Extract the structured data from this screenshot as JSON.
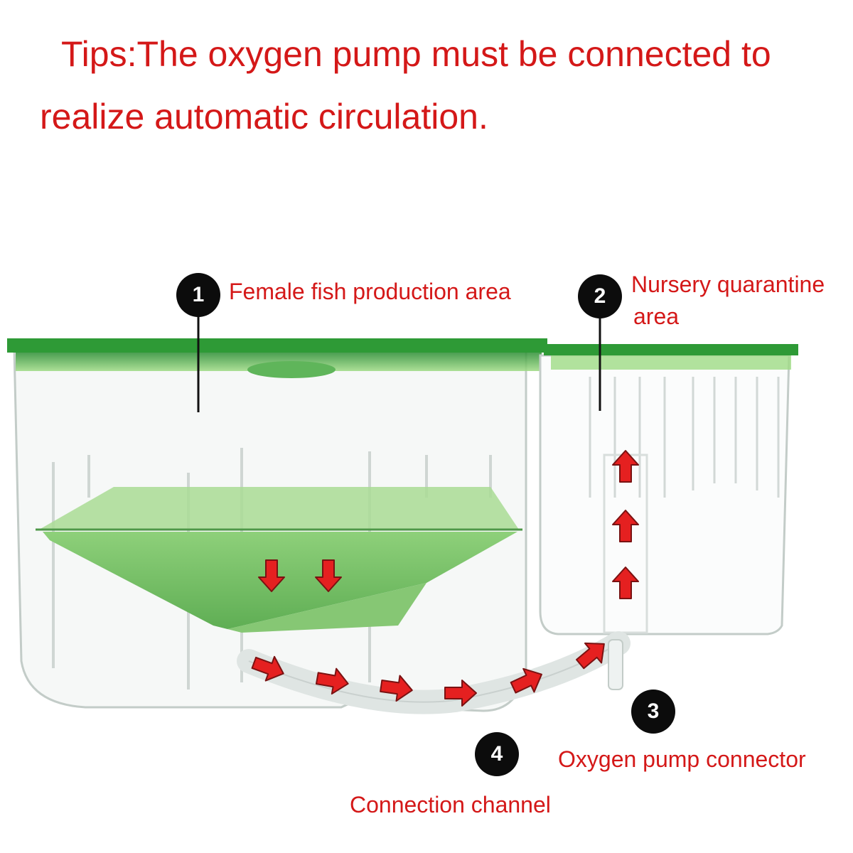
{
  "tip": {
    "line1": "Tips:The oxygen pump must be connected to",
    "line2": "realize automatic circulation."
  },
  "callouts": [
    {
      "number": "1",
      "label": "Female fish production area"
    },
    {
      "number": "2",
      "label_line1": "Nursery quarantine",
      "label_line2": "area"
    },
    {
      "number": "3",
      "label": "Oxygen pump connector"
    },
    {
      "number": "4",
      "label": "Connection channel"
    }
  ],
  "colors": {
    "text_red": "#d41818",
    "arrow_red": "#e52020",
    "lid_green": "#2e9a36",
    "tray_green": "#7cc86a",
    "badge_black": "#0c0c0c"
  },
  "icons": {
    "arrow": "flow-arrow-icon",
    "badge": "number-badge-icon"
  }
}
